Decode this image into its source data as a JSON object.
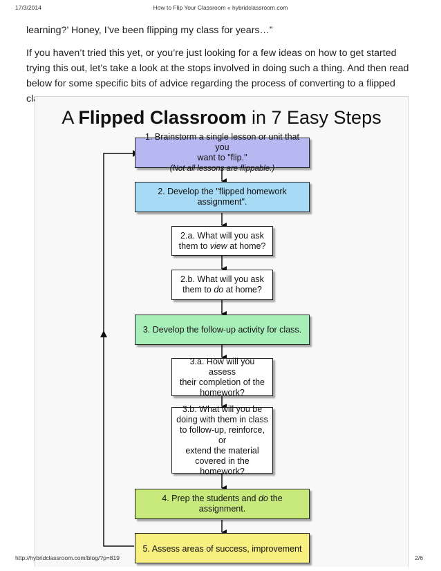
{
  "print_header": {
    "date": "17/3/2014",
    "title": "How to Flip Your Classroom « hybridclassroom.com"
  },
  "article": {
    "para1": "learning?’ Honey, I’ve been flipping my class for years…”",
    "para2": "If you haven’t tried this yet, or you’re just looking for a few ideas on how to get started trying this out, let’s take a look at the stops involved in doing such a thing. And then read below for some specific bits of advice regarding the process of converting to a flipped classroom."
  },
  "diagram": {
    "title_prefix": "A ",
    "title_bold": "Flipped Classroom",
    "title_suffix": " in 7 Easy Steps",
    "steps": {
      "s1_line1": "1. Brainstorm a single lesson or unit that you",
      "s1_line2": "want to \"flip.\"",
      "s1_note": "(Not all lessons are flippable.)",
      "s2_line1": "2. Develop the \"flipped homework",
      "s2_line2": "assignment\".",
      "s2a_line1": "2.a. What will you ask",
      "s2a_line2_pre": "them to ",
      "s2a_line2_em": "view",
      "s2a_line2_post": " at home?",
      "s2b_line1": "2.b. What will you ask",
      "s2b_line2_pre": "them to ",
      "s2b_line2_em": "do",
      "s2b_line2_post": " at home?",
      "s3": "3. Develop the follow-up activity for class.",
      "s3a_line1": "3.a. How will you assess",
      "s3a_line2": "their completion of the",
      "s3a_line3": "homework?",
      "s3b_line1": "3.b. What will you be",
      "s3b_line2": "doing with them in class",
      "s3b_line3": "to follow-up, reinforce, or",
      "s3b_line4": "extend the material",
      "s3b_line5": "covered in the",
      "s3b_line6": "homework?",
      "s4_pre": "4. Prep the students and ",
      "s4_em": "do",
      "s4_post": " the assignment.",
      "s5": "5. Assess areas of success, improvement"
    },
    "colors": {
      "step1": "#b7b7f2",
      "step2": "#a6daf5",
      "substep": "#ffffff",
      "step3": "#a8eeb8",
      "step4": "#c8ea7c",
      "step5": "#f7ef80"
    }
  },
  "print_footer": {
    "url": "http://hybridclassroom.com/blog/?p=819",
    "page": "2/6"
  }
}
